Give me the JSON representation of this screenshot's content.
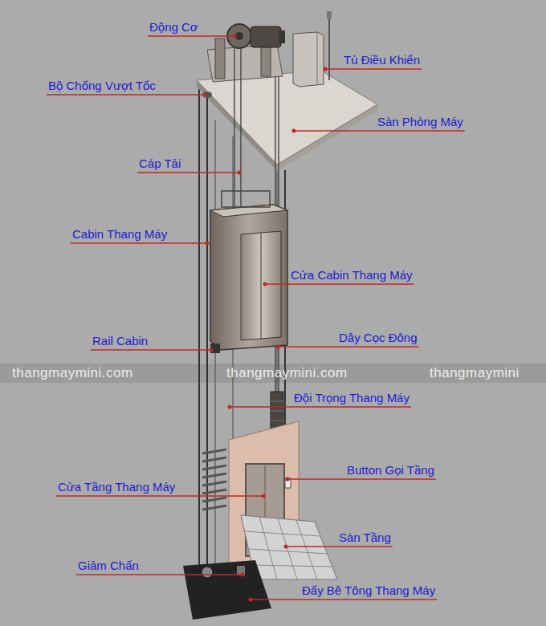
{
  "diagram": {
    "labels": [
      "Động Cơ",
      "Tủ Điều Khiển",
      "Bộ Chống Vượt Tốc",
      "Sàn Phòng Máy",
      "Cáp Tải",
      "Cabin Thang Máy",
      "Cửa Cabin Thang Máy",
      "Rail Cabin",
      "Dây Cọc Đông",
      "thangmaymini.com",
      "thangmaymini.com",
      "thangmaymini",
      "Đội Trọng Thang Máy",
      "Button Gọi Tầng",
      "Cửa Tầng Thang Máy",
      "Sàn Tầng",
      "Giảm Chấn",
      "Đấy Bê Tông Thang Máy"
    ]
  }
}
